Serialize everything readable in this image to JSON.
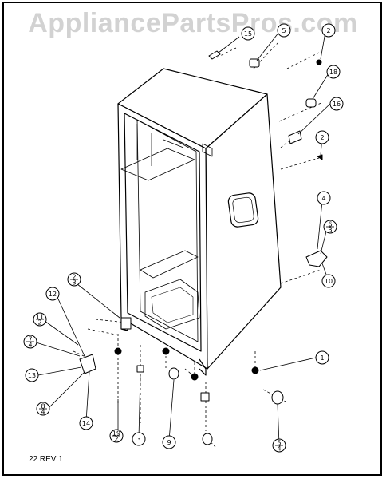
{
  "watermark": "AppliancePartsPros.com",
  "revision": "22 REV 1",
  "callouts": [
    {
      "id": "c15",
      "text": "15"
    },
    {
      "id": "c5",
      "text": "5"
    },
    {
      "id": "c2a",
      "text": "2"
    },
    {
      "id": "c18",
      "text": "18"
    },
    {
      "id": "c16",
      "text": "16"
    },
    {
      "id": "c2b",
      "text": "2"
    },
    {
      "id": "c4",
      "text": "4"
    },
    {
      "id": "c6_3",
      "num": "6",
      "den": "3"
    },
    {
      "id": "c10",
      "text": "10"
    },
    {
      "id": "c12",
      "text": "12"
    },
    {
      "id": "c2_3",
      "num": "2",
      "den": "3"
    },
    {
      "id": "c11_2",
      "num": "11",
      "den": "2"
    },
    {
      "id": "c7_4",
      "num": "7",
      "den": "4"
    },
    {
      "id": "c13",
      "text": "13"
    },
    {
      "id": "c8_4",
      "num": "8",
      "den": "4"
    },
    {
      "id": "c14",
      "text": "14"
    },
    {
      "id": "c19_2",
      "num": "19",
      "den": "2"
    },
    {
      "id": "c3",
      "text": "3"
    },
    {
      "id": "c9",
      "text": "9"
    },
    {
      "id": "c1",
      "text": "1"
    },
    {
      "id": "c5_4",
      "num": "5",
      "den": "4"
    }
  ]
}
